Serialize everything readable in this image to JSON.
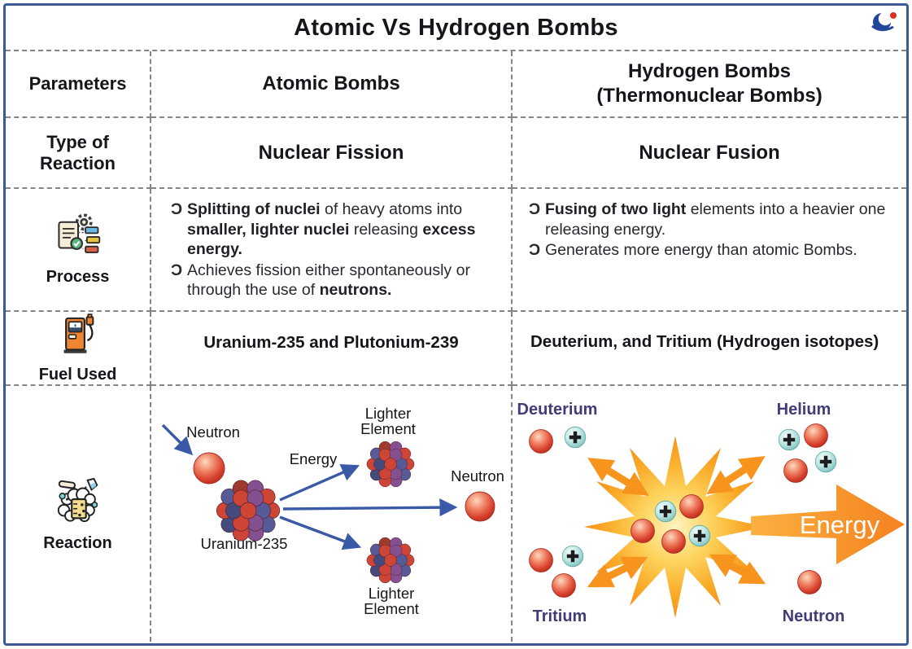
{
  "title": "Atomic Vs Hydrogen Bombs",
  "bullet": "Ɔ",
  "logo_icon": "brand-swoosh-logo",
  "colors": {
    "border_blue": "#3d5a97",
    "dash_gray": "#858585",
    "text_dark": "#17141c",
    "text_body": "#2a2731",
    "label_navy": "#3f3c78",
    "arrow_blue": "#3a5aa8",
    "orange": "#f7941d",
    "red_sphere": "#d8453c",
    "teal_sphere": "#9fd8d4",
    "pump_orange": "#ef8432",
    "check_green": "#59b87c"
  },
  "header": {
    "parameters": "Parameters",
    "atomic": "Atomic Bombs",
    "hydrogen_l1": "Hydrogen Bombs",
    "hydrogen_l2": "(Thermonuclear Bombs)"
  },
  "type_row": {
    "label_l1": "Type of",
    "label_l2": "Reaction",
    "atomic": "Nuclear Fission",
    "hydrogen": "Nuclear Fusion"
  },
  "process": {
    "label": "Process",
    "icon": "document-gear-flowchart-icon",
    "atomic": [
      {
        "segments": [
          {
            "t": "Splitting of nuclei",
            "b": true
          },
          {
            "t": " of heavy atoms into ",
            "b": false
          },
          {
            "t": "smaller, lighter nuclei",
            "b": true
          },
          {
            "t": " releasing ",
            "b": false
          },
          {
            "t": "excess energy.",
            "b": true
          }
        ]
      },
      {
        "segments": [
          {
            "t": "Achieves fission either spontaneously or through the use of ",
            "b": false
          },
          {
            "t": "neutrons.",
            "b": true
          }
        ]
      }
    ],
    "hydrogen": [
      {
        "segments": [
          {
            "t": "Fusing of two light",
            "b": true
          },
          {
            "t": " elements into a heavier one releasing energy.",
            "b": false
          }
        ]
      },
      {
        "segments": [
          {
            "t": "Generates more energy than atomic Bombs.",
            "b": false
          }
        ]
      }
    ]
  },
  "fuel": {
    "label": "Fuel Used",
    "icon": "fuel-pump-icon",
    "atomic": "Uranium-235 and Plutonium-239",
    "hydrogen": "Deuterium, and Tritium (Hydrogen isotopes)"
  },
  "reaction": {
    "label": "Reaction",
    "icon": "chemistry-beaker-icon",
    "fission": {
      "neutron_in": "Neutron",
      "nucleus": "Uranium-235",
      "energy": "Energy",
      "lighter_top_l1": "Lighter",
      "lighter_top_l2": "Element",
      "neutron_out": "Neutron",
      "lighter_bottom_l1": "Lighter",
      "lighter_bottom_l2": "Element"
    },
    "fusion": {
      "deuterium": "Deuterium",
      "helium": "Helium",
      "tritium": "Tritium",
      "neutron": "Neutron",
      "energy": "Energy"
    }
  }
}
